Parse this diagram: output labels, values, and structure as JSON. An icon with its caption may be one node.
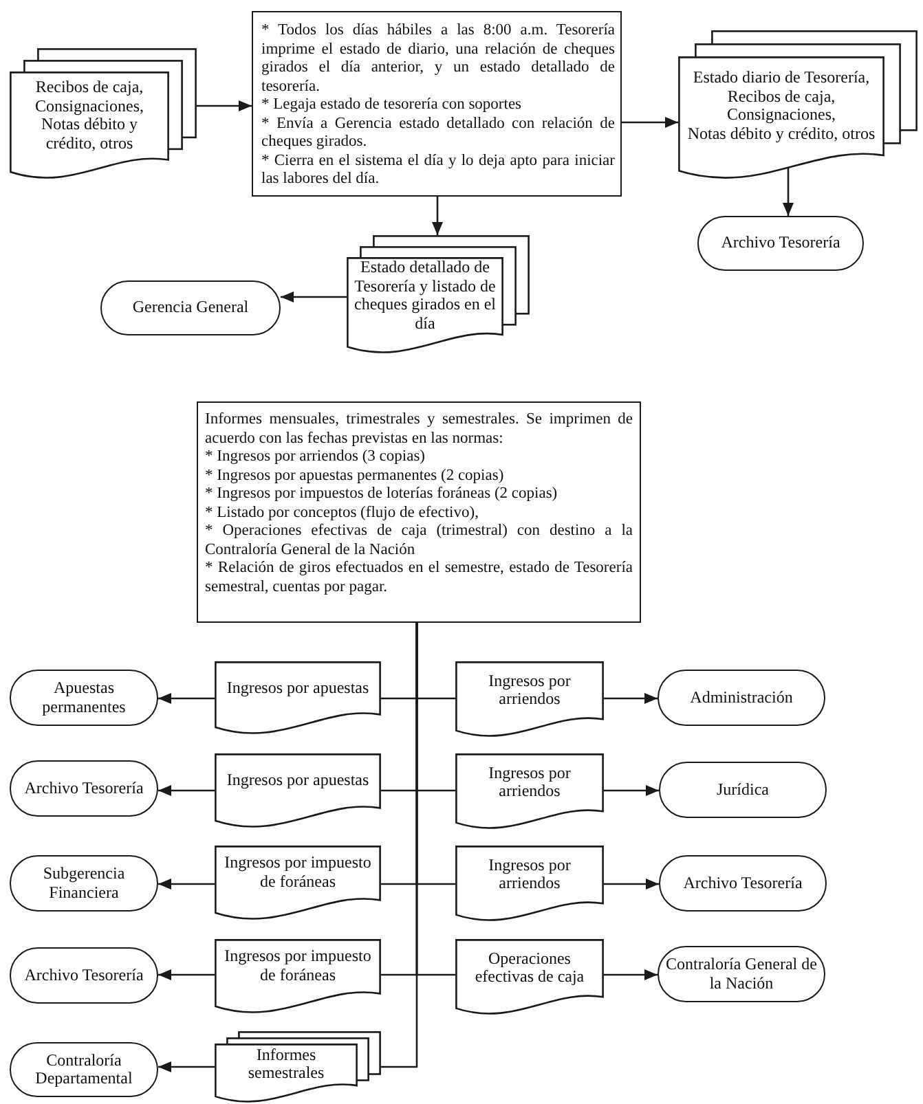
{
  "diagram": {
    "nodes": [
      {
        "text": [
          "Recibos de caja,",
          "Consignaciones,",
          "Notas débito y crédito, otros"
        ]
      },
      {
        "text": [
          "* Todos los días hábiles a las 8:00 a.m. Tesorería imprime el estado de diario, una relación de cheques girados el día anterior, y un estado detallado de tesorería.",
          "* Legaja estado de tesorería con soportes",
          "* Envía a Gerencia estado detallado con relación de cheques girados.",
          "* Cierra en el sistema el día y lo deja apto para iniciar las labores del día."
        ]
      },
      {
        "text": [
          "Estado diario de Tesorería,",
          "Recibos de caja,",
          "Consignaciones,",
          "Notas débito y crédito, otros"
        ]
      },
      {
        "text": [
          "Gerencia General"
        ]
      },
      {
        "text": [
          "Estado detallado de Tesorería y listado de cheques girados en el día"
        ]
      },
      {
        "text": [
          "Archivo Tesorería"
        ]
      },
      {
        "text": [
          "Informes mensuales, trimestrales y semestrales. Se imprimen de acuerdo con las fechas previstas en las normas:",
          "* Ingresos por arriendos (3 copias)",
          "* Ingresos por apuestas permanentes (2 copias)",
          "* Ingresos por impuestos de loterías foráneas (2 copias)",
          "* Listado por conceptos (flujo de efectivo),",
          "* Operaciones efectivas de caja (trimestral) con destino a la Contraloría General de la Nación",
          "* Relación de giros efectuados en el semestre, estado de Tesorería semestral, cuentas por pagar."
        ]
      },
      {
        "text": [
          "Apuestas permanentes"
        ]
      },
      {
        "text": [
          "Ingresos por apuestas"
        ]
      },
      {
        "text": [
          "Ingresos por arriendos"
        ]
      },
      {
        "text": [
          "Administración"
        ]
      },
      {
        "text": [
          "Archivo Tesorería"
        ]
      },
      {
        "text": [
          "Ingresos por apuestas"
        ]
      },
      {
        "text": [
          "Ingresos por arriendos"
        ]
      },
      {
        "text": [
          "Jurídica"
        ]
      },
      {
        "text": [
          "Subgerencia Financiera"
        ]
      },
      {
        "text": [
          "Ingresos por impuesto de foráneas"
        ]
      },
      {
        "text": [
          "Ingresos por arriendos"
        ]
      },
      {
        "text": [
          "Archivo Tesorería"
        ]
      },
      {
        "text": [
          "Archivo Tesorería"
        ]
      },
      {
        "text": [
          "Ingresos por impuesto de foráneas"
        ]
      },
      {
        "text": [
          "Operaciones efectivas de caja"
        ]
      },
      {
        "text": [
          "Contraloría General de la Nación"
        ]
      },
      {
        "text": [
          "Contraloría Departamental"
        ]
      },
      {
        "text": [
          "Informes semestrales"
        ]
      }
    ],
    "edges": [
      {
        "from": 0,
        "to": 1,
        "arrow": "to"
      },
      {
        "from": 1,
        "to": 2,
        "arrow": "to"
      },
      {
        "from": 1,
        "to": 4,
        "arrow": "to"
      },
      {
        "from": 2,
        "to": 5,
        "arrow": "to"
      },
      {
        "from": 4,
        "to": 3,
        "arrow": "to"
      },
      {
        "from": 6,
        "to": 8,
        "arrow": "none"
      },
      {
        "from": 6,
        "to": 9,
        "arrow": "none"
      },
      {
        "from": 6,
        "to": 12,
        "arrow": "none"
      },
      {
        "from": 6,
        "to": 13,
        "arrow": "none"
      },
      {
        "from": 6,
        "to": 16,
        "arrow": "none"
      },
      {
        "from": 6,
        "to": 17,
        "arrow": "none"
      },
      {
        "from": 6,
        "to": 20,
        "arrow": "none"
      },
      {
        "from": 6,
        "to": 21,
        "arrow": "none"
      },
      {
        "from": 6,
        "to": 24,
        "arrow": "none"
      },
      {
        "from": 8,
        "to": 7,
        "arrow": "to"
      },
      {
        "from": 9,
        "to": 10,
        "arrow": "to"
      },
      {
        "from": 12,
        "to": 11,
        "arrow": "to"
      },
      {
        "from": 13,
        "to": 14,
        "arrow": "to"
      },
      {
        "from": 16,
        "to": 15,
        "arrow": "to"
      },
      {
        "from": 17,
        "to": 18,
        "arrow": "to"
      },
      {
        "from": 20,
        "to": 19,
        "arrow": "to"
      },
      {
        "from": 21,
        "to": 22,
        "arrow": "to"
      },
      {
        "from": 24,
        "to": 23,
        "arrow": "to"
      }
    ]
  }
}
